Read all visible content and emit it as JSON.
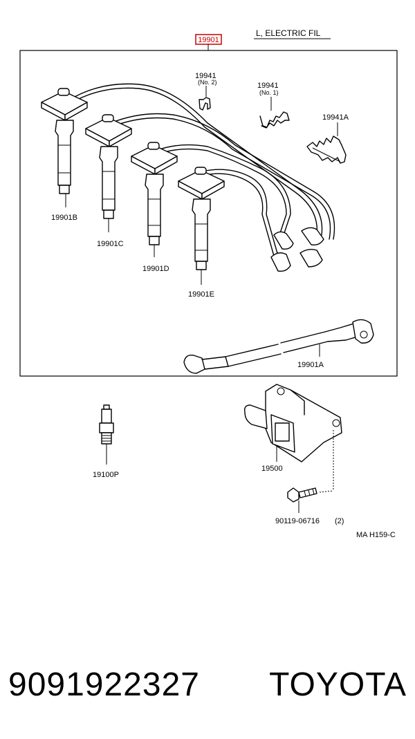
{
  "diagram": {
    "header_part": "19901",
    "header_title": "L, ELECTRIC FIL",
    "callouts": {
      "p19941_no2": "19941",
      "p19941_no2_sub": "(No. 2)",
      "p19941_no1": "19941",
      "p19941_no1_sub": "(No. 1)",
      "p19941a": "19941A",
      "p19901b": "19901B",
      "p19901c": "19901C",
      "p19901d": "19901D",
      "p19901e": "19901E",
      "p19901a": "19901A",
      "p19100p": "19100P",
      "p19500": "19500",
      "p90119": "90119-06716",
      "p90119_qty": "(2)"
    },
    "drawing_code": "MA H159-C",
    "highlight_color": "#c40000"
  },
  "footer": {
    "part_number": "9091922327",
    "brand": "TOYOTA"
  }
}
